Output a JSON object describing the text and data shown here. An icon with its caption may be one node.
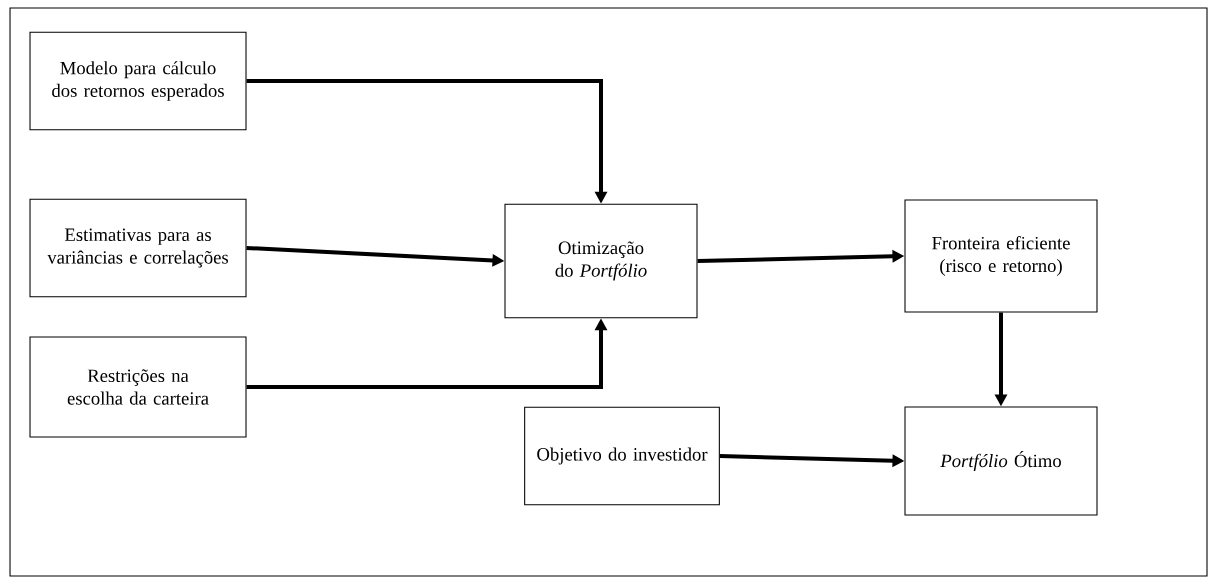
{
  "diagram": {
    "nodes": [
      {
        "text": [
          "Modelo para cálculo dos retornos esperados"
        ]
      },
      {
        "text": [
          "Estimativas para as variâncias e correlações"
        ]
      },
      {
        "text": [
          "Restrições na escolha da carteira"
        ]
      },
      {
        "text": [
          "Otimização do *Portfólio*"
        ]
      },
      {
        "text": [
          "Fronteira eficiente (risco e retorno)"
        ]
      },
      {
        "text": [
          "Objetivo do investidor"
        ]
      },
      {
        "text": [
          "*Portfólio* Ótimo"
        ]
      }
    ],
    "edges": [
      {
        "from": 0,
        "to": 3,
        "arrow": "to"
      },
      {
        "from": 1,
        "to": 3,
        "arrow": "to"
      },
      {
        "from": 2,
        "to": 3,
        "arrow": "to"
      },
      {
        "from": 3,
        "to": 4,
        "arrow": "to"
      },
      {
        "from": 4,
        "to": 6,
        "arrow": "to"
      },
      {
        "from": 5,
        "to": 6,
        "arrow": "to"
      }
    ]
  }
}
